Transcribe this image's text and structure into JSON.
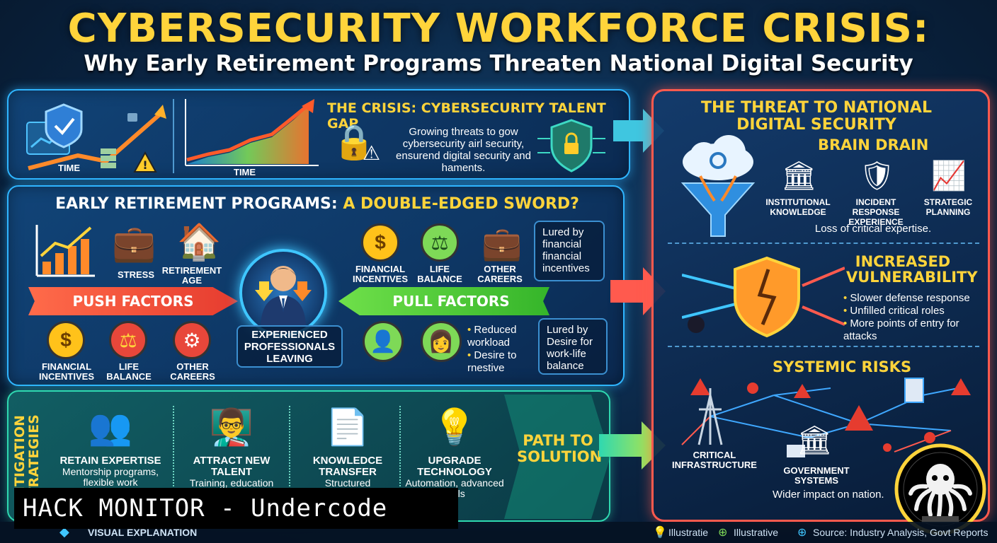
{
  "header": {
    "title": "CYBERSECURITY WORKFORCE CRISIS:",
    "subtitle": "Why Early Retirement Programs Threaten National Digital Security"
  },
  "crisis": {
    "title": "THE CRISIS: CYBERSECURITY TALENT GAP",
    "axis_label_small": "TIME",
    "axis_label_large": "TIME",
    "text": "Growing threats to gow cybersecurity airl security, ensurend digital security and haments."
  },
  "early": {
    "title_white": "EARLY RETIREMENT PROGRAMS:",
    "title_yellow": "A DOUBLE-EDGED SWORD?",
    "push_top": [
      "STRESS",
      "RETIREMENT AGE"
    ],
    "push_label": "PUSH FACTORS",
    "push_bottom": [
      "FINANCIAL INCENTIVES",
      "LIFE BALANCE",
      "OTHER CAREERS"
    ],
    "center_label": "EXPERIENCED PROFESSIONALS LEAVING",
    "pull_top": [
      "FINANCIAL INCENTIVES",
      "LIFE BALANCE",
      "OTHER CAREERS"
    ],
    "pull_label": "PULL FACTORS",
    "lured_1": "Lured by financial financial incentives",
    "pull_bullets": [
      "Reduced workload",
      "Desire to rnestive"
    ],
    "lured_2": "Lured by Desire for work-life balance"
  },
  "mitigation": {
    "side_label": "MITIGATION STRATEGIES",
    "items": [
      {
        "title": "RETAIN EXPERTISE",
        "desc": "Mentorship programs, flexible work"
      },
      {
        "title": "ATTRACT NEW TALENT",
        "desc": "Training, education"
      },
      {
        "title": "KNOWLEDCE TRANSFER",
        "desc": "Structured"
      },
      {
        "title": "UPGRADE TECHNOLOGY",
        "desc": "Automation, advanced tools"
      }
    ],
    "path": "PATH TO SOLUTION"
  },
  "threat": {
    "title": "THE THREAT TO NATIONAL DIGITAL SECURITY",
    "brain_drain": "BRAIN DRAIN",
    "brain_items": [
      "INSTITUTIONAL KNOWLEDGE",
      "INCIDENT RESPONSE EXPERIENCE",
      "STRATEGIC PLANNING"
    ],
    "brain_caption": "Loss of critical expertise.",
    "vuln_title": "INCREASED VULNERABILITY",
    "vuln_bullets": [
      "Slower defense response",
      "Unfilled critical roles",
      "More points of entry for attacks"
    ],
    "systemic_title": "SYSTEMIC RISKS",
    "critical": "CRITICAL INFRASTRUCTURE",
    "government": "GOVERNMENT SYSTEMS",
    "systemic_caption": "Wider impact on nation."
  },
  "footer": {
    "visual": "VISUAL EXPLANATION",
    "legend_1": "Illustratie",
    "legend_2": "Illustrative",
    "source": "Source: Industry Analysis, Govt Reports"
  },
  "overlay": {
    "banner": "HACK MONITOR - Undercode"
  },
  "colors": {
    "title_yellow": "#ffd43b",
    "push_red": "#e63c2f",
    "pull_green": "#35b52a",
    "panel_blue": "#2fb5ff",
    "threat_red": "#ff5a4e"
  }
}
